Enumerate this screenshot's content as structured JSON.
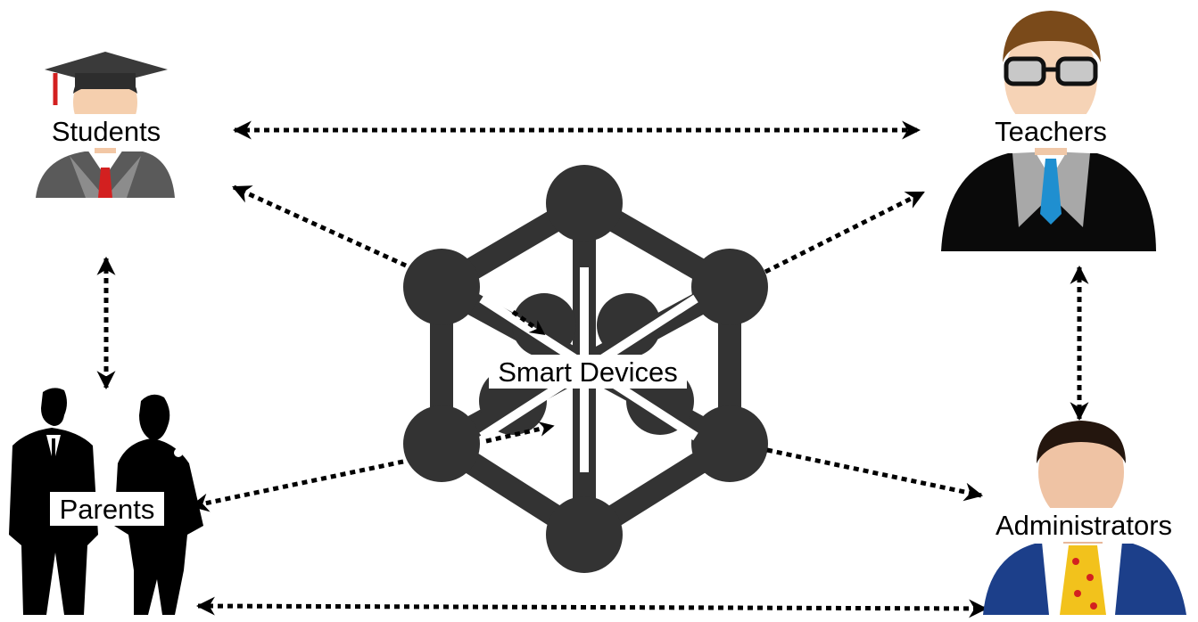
{
  "diagram": {
    "nodes": {
      "students": {
        "label": "Students",
        "icon": "graduate-student-icon"
      },
      "teachers": {
        "label": "Teachers",
        "icon": "teacher-icon"
      },
      "parents": {
        "label": "Parents",
        "icon": "parents-icon"
      },
      "administrators": {
        "label": "Administrators",
        "icon": "administrator-icon"
      },
      "hub": {
        "label": "Smart Devices",
        "icon": "network-hub-icon"
      }
    },
    "connections": [
      {
        "from": "students",
        "to": "teachers",
        "style": "dotted",
        "direction": "both"
      },
      {
        "from": "students",
        "to": "parents",
        "style": "dotted",
        "direction": "both"
      },
      {
        "from": "teachers",
        "to": "administrators",
        "style": "dotted",
        "direction": "both"
      },
      {
        "from": "parents",
        "to": "administrators",
        "style": "dotted",
        "direction": "both"
      },
      {
        "from": "hub",
        "to": "students",
        "style": "dotted",
        "direction": "both"
      },
      {
        "from": "hub",
        "to": "teachers",
        "style": "dotted",
        "direction": "both"
      },
      {
        "from": "hub",
        "to": "parents",
        "style": "dotted",
        "direction": "both"
      },
      {
        "from": "hub",
        "to": "administrators",
        "style": "dotted",
        "direction": "both"
      }
    ],
    "colors": {
      "hub": "#333333",
      "arrow": "#000000",
      "teacher_tie": "#1f8fd0",
      "student_tie": "#d32020",
      "admin_suit": "#1c3f8a",
      "admin_tie": "#f2c21c"
    }
  }
}
